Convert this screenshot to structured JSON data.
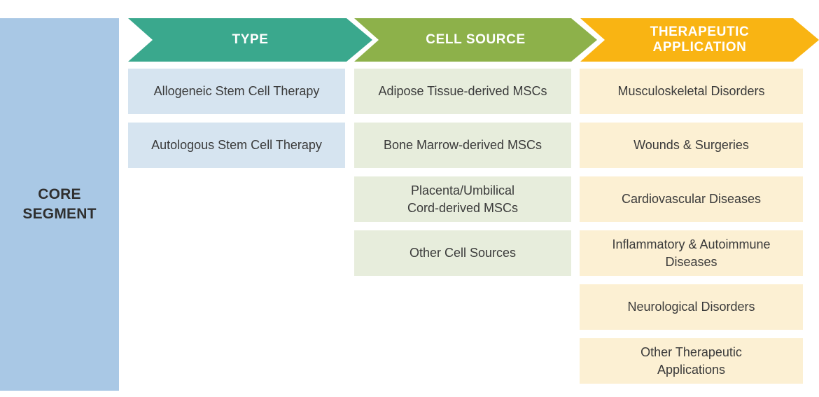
{
  "page": {
    "background": "#ffffff"
  },
  "core_segment": {
    "label": "CORE\nSEGMENT",
    "bg": "#A9C8E5",
    "text_color": "#2F2F2F"
  },
  "columns": [
    {
      "id": "type",
      "header": {
        "label": "TYPE",
        "color": "#3AA88D"
      },
      "box_bg": "#D6E4F0",
      "items": [
        "Allogeneic Stem Cell Therapy",
        "Autologous Stem Cell Therapy"
      ]
    },
    {
      "id": "cell-source",
      "header": {
        "label": "CELL SOURCE",
        "color": "#8DB14A"
      },
      "box_bg": "#E7EDDC",
      "items": [
        "Adipose Tissue-derived MSCs",
        "Bone Marrow-derived MSCs",
        "Placenta/Umbilical\nCord-derived MSCs",
        "Other Cell Sources"
      ]
    },
    {
      "id": "therapeutic-application",
      "header": {
        "label": "THERAPEUTIC\nAPPLICATION",
        "color": "#F9B413"
      },
      "box_bg": "#FCF0D3",
      "items": [
        "Musculoskeletal Disorders",
        "Wounds & Surgeries",
        "Cardiovascular Diseases",
        "Inflammatory & Autoimmune\nDiseases",
        "Neurological Disorders",
        "Other Therapeutic\nApplications"
      ]
    }
  ]
}
